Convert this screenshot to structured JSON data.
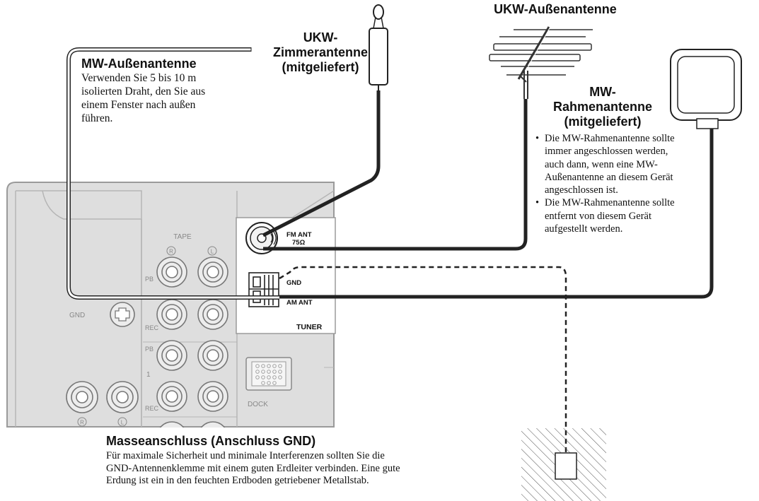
{
  "labels": {
    "mw_outdoor": {
      "title": "MW-Außenantenne",
      "lines": [
        "Verwenden Sie 5 bis 10 m",
        "isolierten Draht, den Sie aus",
        "einem Fenster nach außen",
        "führen."
      ]
    },
    "ukw_indoor": {
      "lines": [
        "UKW-",
        "Zimmerantenne",
        "(mitgeliefert)"
      ]
    },
    "ukw_outdoor": {
      "title": "UKW-Außenantenne"
    },
    "mw_loop": {
      "lines": [
        "MW-",
        "Rahmenantenne",
        "(mitgeliefert)"
      ],
      "notes": [
        "Die MW-Rahmenantenne sollte immer angeschlossen werden, auch dann, wenn eine MW-Außenantenne an diesem Gerät angeschlossen ist.",
        "Die MW-Rahmenantenne sollte entfernt von diesem Gerät aufgestellt werden."
      ]
    },
    "ground": {
      "title": "Masseanschluss (Anschluss GND)",
      "lines": [
        "Für maximale Sicherheit und minimale Interferenzen sollten Sie die",
        "GND-Antennenklemme mit einem guten Erdleiter verbinden. Eine gute",
        "Erdung ist ein in den feuchten Erdboden getriebener Metallstab."
      ]
    }
  },
  "panel": {
    "tape": "TAPE",
    "r_mark": "R",
    "l_mark": "L",
    "pb": "PB",
    "rec": "REC",
    "one": "1",
    "gnd": "GND",
    "dock": "DOCK",
    "fm_ant_1": "FM ANT",
    "fm_ant_2": "75Ω",
    "term_gnd": "GND",
    "am_ant": "AM ANT",
    "tuner": "TUNER"
  },
  "colors": {
    "panel_fill": "#d9d9d9",
    "panel_stroke": "#a8a8a8",
    "line": "#222222"
  }
}
